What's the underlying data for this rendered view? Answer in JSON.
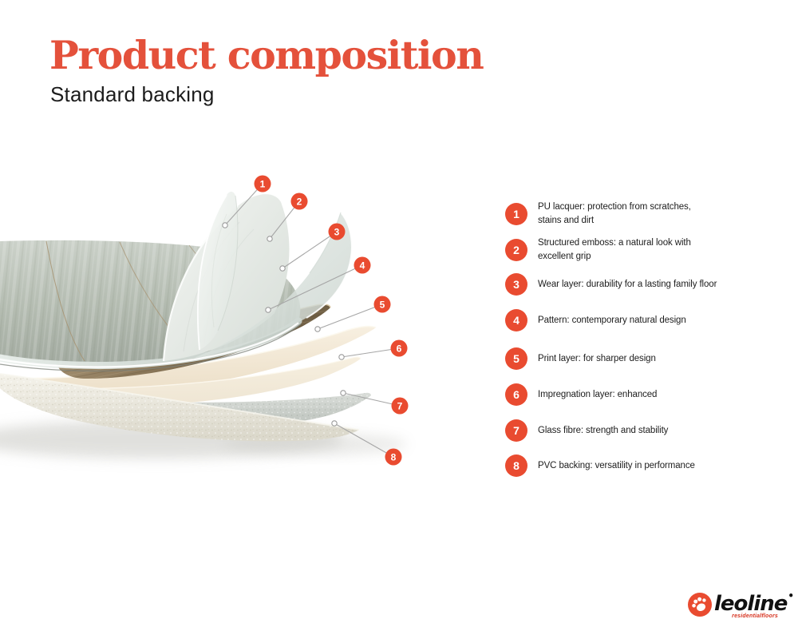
{
  "colors": {
    "accent": "#E94B30",
    "title": "#E4513B",
    "text": "#1D1D1D",
    "logo_red": "#D6331F"
  },
  "header": {
    "title": "Product composition",
    "subtitle": "Standard backing"
  },
  "legend": {
    "items": [
      {
        "num": "1",
        "text": "PU lacquer: protection from scratches,\nstains and dirt"
      },
      {
        "num": "2",
        "text": "Structured emboss: a natural look with\nexcellent grip"
      },
      {
        "num": "3",
        "text": "Wear layer: durability for a lasting family floor"
      },
      {
        "num": "4",
        "text": "Pattern: contemporary natural design"
      },
      {
        "num": "5",
        "text": "Print layer: for sharper design"
      },
      {
        "num": "6",
        "text": "Impregnation layer: enhanced"
      },
      {
        "num": "7",
        "text": "Glass fibre: strength and stability"
      },
      {
        "num": "8",
        "text": "PVC backing: versatility in performance"
      }
    ]
  },
  "diagram": {
    "markers": [
      "1",
      "2",
      "3",
      "4",
      "5",
      "6",
      "7",
      "8"
    ]
  },
  "logo": {
    "name": "leoline",
    "dot": "•",
    "tagline": "residentialfloors"
  }
}
